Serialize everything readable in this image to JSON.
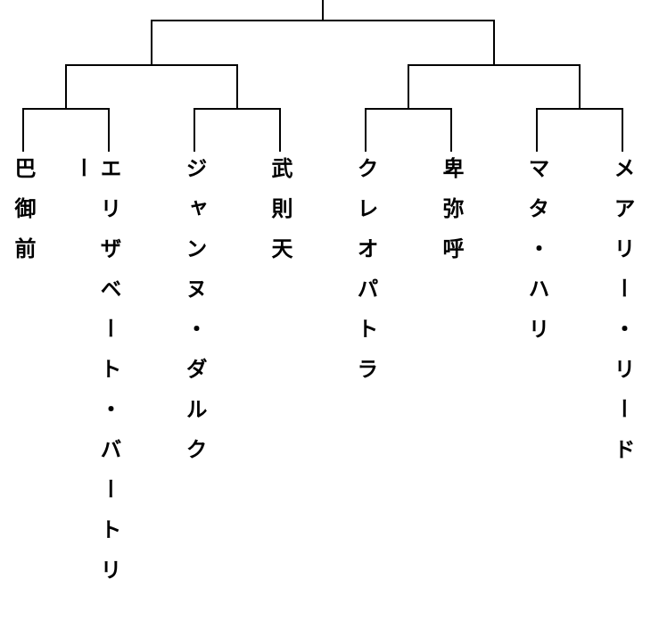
{
  "entrants": [
    {
      "name": "巴御前"
    },
    {
      "name": "エリザベート・バートリー"
    },
    {
      "name": "ジャンヌ・ダルク"
    },
    {
      "name": "武則天"
    },
    {
      "name": "クレオパトラ"
    },
    {
      "name": "卑弥呼"
    },
    {
      "name": "マタ・ハリ"
    },
    {
      "name": "メアリー・リード"
    }
  ],
  "line_color": "#000000"
}
